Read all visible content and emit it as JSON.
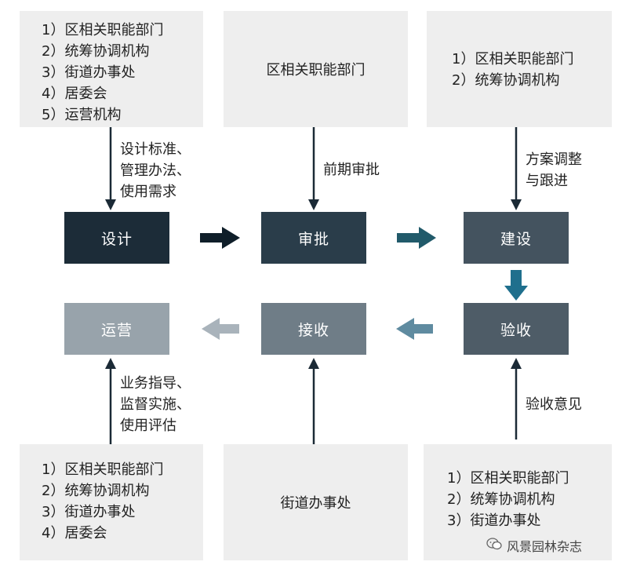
{
  "top_boxes": {
    "left": [
      "1）区相关职能部门",
      "2）统筹协调机构",
      "3）街道办事处",
      "4）居委会",
      "5）运营机构"
    ],
    "middle": "区相关职能部门",
    "right": [
      "1）区相关职能部门",
      "2）统筹协调机构"
    ]
  },
  "bottom_boxes": {
    "left": [
      "1）区相关职能部门",
      "2）统筹协调机构",
      "3）街道办事处",
      "4）居委会"
    ],
    "middle": "街道办事处",
    "right": [
      "1）区相关职能部门",
      "2）统筹协调机构",
      "3）街道办事处"
    ]
  },
  "stages": {
    "design": {
      "label": "设计",
      "color": "#1c2c38"
    },
    "approval": {
      "label": "审批",
      "color": "#2a3d4a"
    },
    "construction": {
      "label": "建设",
      "color": "#44535f"
    },
    "acceptance": {
      "label": "验收",
      "color": "#4e5c67"
    },
    "handover": {
      "label": "接收",
      "color": "#6f7d87"
    },
    "operation": {
      "label": "运营",
      "color": "#98a3ab"
    }
  },
  "notes": {
    "design": [
      "设计标准、",
      "管理办法、",
      "使用需求"
    ],
    "approval": [
      "前期审批"
    ],
    "construction": [
      "方案调整",
      "与跟进"
    ],
    "operation": [
      "业务指导、",
      "监督实施、",
      "使用评估"
    ],
    "acceptance": [
      "验收意见"
    ]
  },
  "arrow_colors": {
    "design_to_approval": "#0f1e29",
    "approval_to_construction": "#215a6a",
    "construction_to_acceptance": "#1f6f8d",
    "acceptance_to_handover": "#5f8ba0",
    "handover_to_operation": "#a9b3bb",
    "connector": "#1b2a36"
  },
  "watermark": {
    "text": "风景园林杂志",
    "icon": "wechat-icon"
  }
}
